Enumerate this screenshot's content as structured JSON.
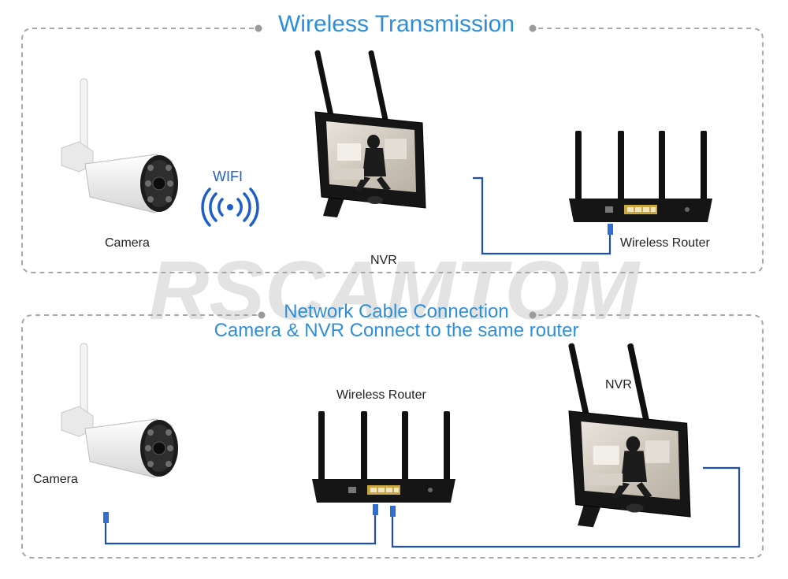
{
  "watermark": "RSCAMTOM",
  "colors": {
    "accent": "#2d8fd8",
    "cable": "#1f4fb3",
    "frame": "#a8a8a8"
  },
  "panel_top": {
    "title": "Wireless Transmission",
    "camera_label": "Camera",
    "wifi_label": "WIFI",
    "nvr_label": "NVR",
    "router_label": "Wireless Router"
  },
  "panel_bottom": {
    "title_line1": "Network Cable Connection",
    "title_line2": "Camera & NVR Connect to the same router",
    "camera_label": "Camera",
    "router_label": "Wireless Router",
    "nvr_label": "NVR"
  }
}
